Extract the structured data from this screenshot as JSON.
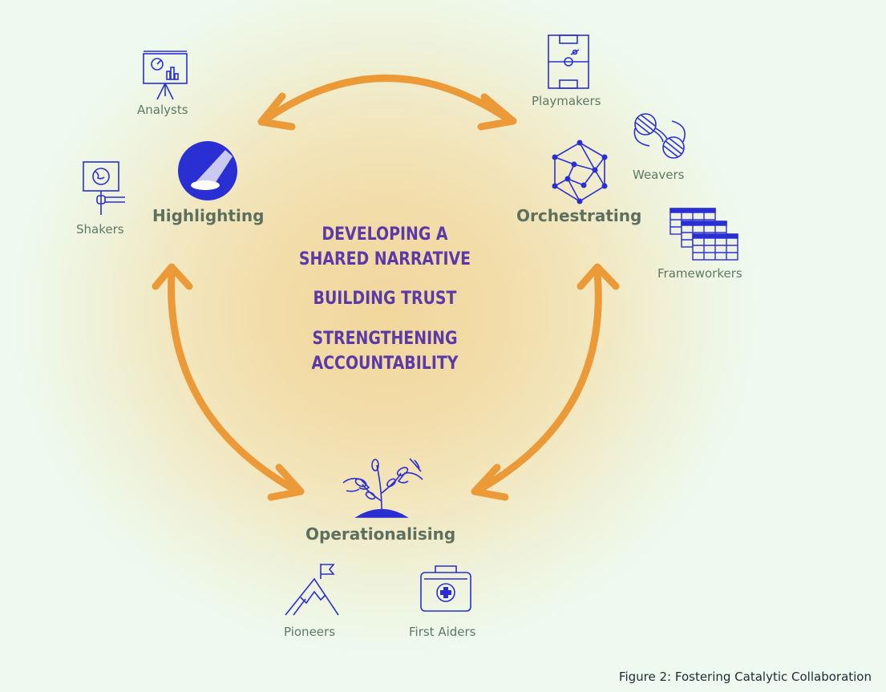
{
  "center": {
    "line1": "DEVELOPING A",
    "line2": "SHARED NARRATIVE",
    "line3": "BUILDING TRUST",
    "line4": "STRENGTHENING",
    "line5": "ACCOUNTABILITY"
  },
  "hubs": {
    "highlighting": "Highlighting",
    "orchestrating": "Orchestrating",
    "operationalising": "Operationalising"
  },
  "roles": {
    "analysts": "Analysts",
    "shakers": "Shakers",
    "playmakers": "Playmakers",
    "weavers": "Weavers",
    "frameworkers": "Frameworkers",
    "pioneers": "Pioneers",
    "first_aiders": "First Aiders"
  },
  "caption": "Figure 2: Fostering Catalytic Collaboration",
  "colors": {
    "arrow": "#ec9a38",
    "icon": "#2a2fd3",
    "center_text": "#5b3aa8",
    "hub_label": "#5d7060",
    "role_label": "#5f7866"
  }
}
